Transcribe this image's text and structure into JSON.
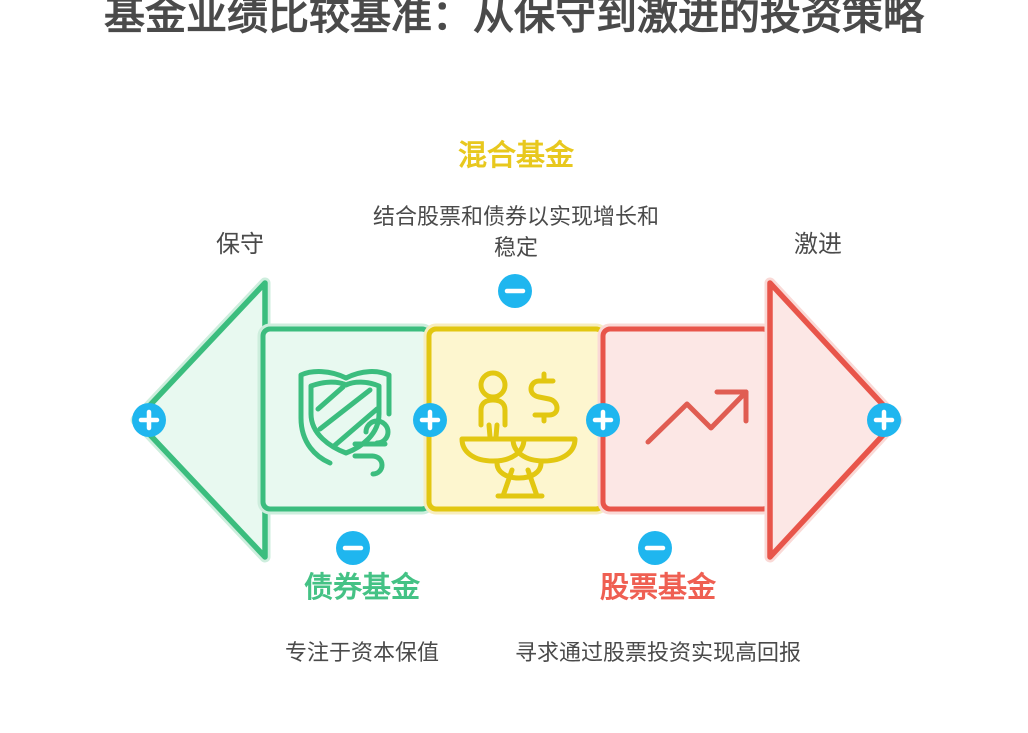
{
  "page": {
    "title": "基金业绩比较基准：从保守到激进的投资策略",
    "background_color": "#ffffff"
  },
  "scale": {
    "left_end_label": "保守",
    "right_end_label": "激进"
  },
  "colors": {
    "bond_green": "#3bbd7e",
    "bond_fill": "#e4f8ed",
    "hybrid_yellow": "#e2c711",
    "hybrid_fill": "#fdf6cf",
    "equity_red": "#e8554a",
    "equity_fill": "#fce7e5",
    "accent_blue": "#1fb6ef",
    "text_gray": "#4a4a4a",
    "bond_title": "#44c285",
    "hybrid_title": "#e8c81e",
    "equity_title": "#ef5f52"
  },
  "segments": [
    {
      "id": "bond",
      "title": "债券基金",
      "description": "专注于资本保值",
      "icon": "shield-wind-icon",
      "position": "bottom"
    },
    {
      "id": "hybrid",
      "title": "混合基金",
      "description": "结合股票和债券以实现增长和稳定",
      "icon": "balance-scale-icon",
      "position": "top"
    },
    {
      "id": "equity",
      "title": "股票基金",
      "description": "寻求通过股票投资实现高回报",
      "icon": "trending-up-icon",
      "position": "bottom"
    }
  ],
  "controls": {
    "add_buttons": [
      {
        "id": "add-left-tip",
        "glyph": "+"
      },
      {
        "id": "add-bond-hybrid",
        "glyph": "+"
      },
      {
        "id": "add-hybrid-equity",
        "glyph": "+"
      },
      {
        "id": "add-right-tip",
        "glyph": "+"
      }
    ],
    "remove_buttons": [
      {
        "id": "remove-hybrid",
        "glyph": "−"
      },
      {
        "id": "remove-bond",
        "glyph": "−"
      },
      {
        "id": "remove-equity",
        "glyph": "−"
      }
    ]
  }
}
